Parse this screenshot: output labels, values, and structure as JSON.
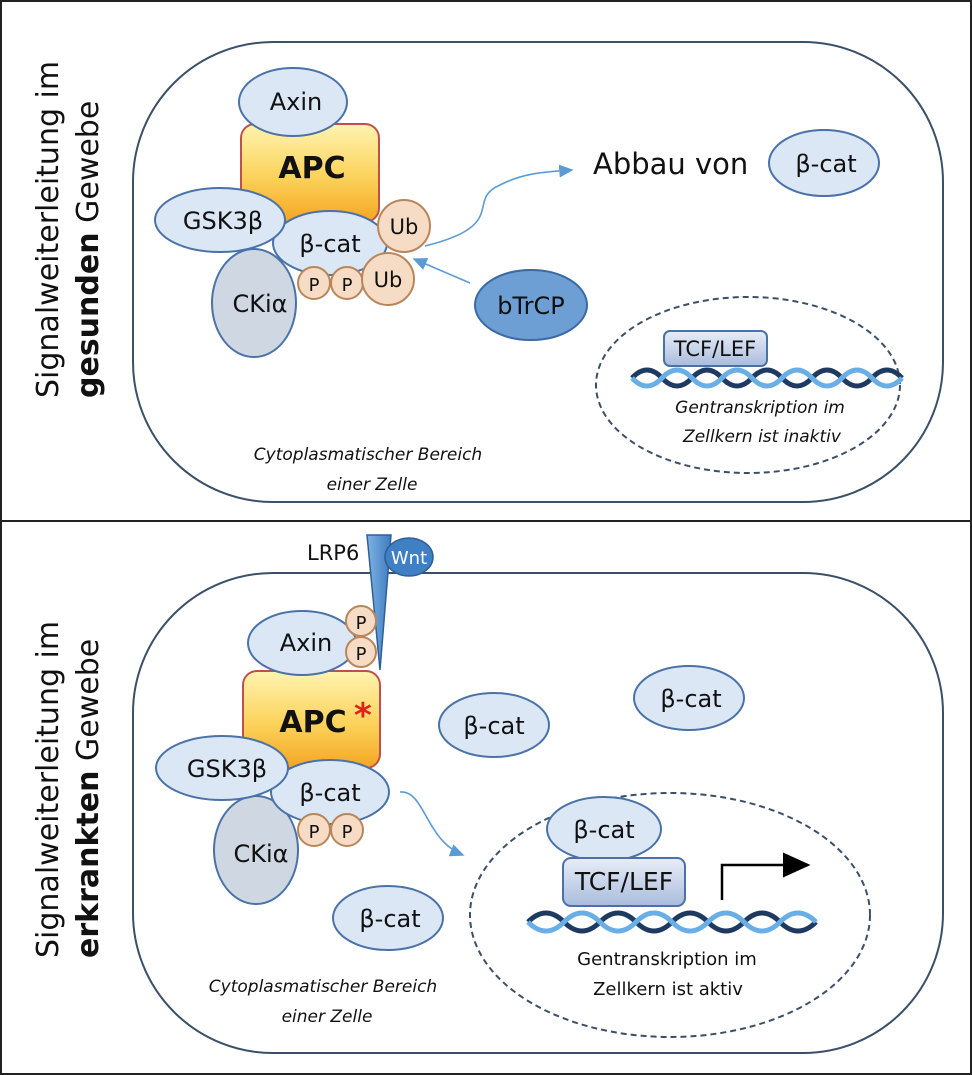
{
  "side_labels": {
    "top": {
      "prefix": "Signalweiterleitung im",
      "bold": "gesunden",
      "suffix": " Gewebe"
    },
    "bottom": {
      "prefix": "Signalweiterleitung im",
      "bold": "erkrankten",
      "suffix": " Gewebe"
    }
  },
  "top": {
    "axin": "Axin",
    "apc": "APC",
    "gsk": "GSK3β",
    "bcat_complex": "β-cat",
    "cki": "CKiα",
    "ub1": "Ub",
    "ub2": "Ub",
    "p1": "P",
    "p2": "P",
    "btrcp": "bTrCP",
    "abbau": "Abbau von",
    "abbau_bcat": "β-cat",
    "tcf": "TCF/LEF",
    "nucleus_text_1": "Gentranskription im",
    "nucleus_text_2": "Zellkern ist inaktiv",
    "cyto_1": "Cytoplasmatischer Bereich",
    "cyto_2": "einer Zelle"
  },
  "bottom": {
    "lrp6": "LRP6",
    "wnt": "Wnt",
    "axin": "Axin",
    "axin_p1": "P",
    "axin_p2": "P",
    "apc": "APC",
    "apc_star": "*",
    "gsk": "GSK3β",
    "bcat_complex": "β-cat",
    "cki": "CKiα",
    "p1": "P",
    "p2": "P",
    "bcat_free_1": "β-cat",
    "bcat_free_2": "β-cat",
    "bcat_free_3": "β-cat",
    "bcat_nucleus": "β-cat",
    "tcf": "TCF/LEF",
    "nucleus_text_1": "Gentranskription im",
    "nucleus_text_2": "Zellkern ist aktiv",
    "cyto_1": "Cytoplasmatischer Bereich",
    "cyto_2": "einer Zelle"
  },
  "colors": {
    "protein_fill": "#dbe7f5",
    "protein_stroke": "#4a72a8",
    "cki_fill": "#cfd7e3",
    "btrcp_fill": "#6d9fd4",
    "wnt_fill": "#3f7fc4",
    "phospho_fill": "#f6dcc4",
    "phospho_stroke": "#b8865a",
    "apc_light": "#fff2a8",
    "apc_dark": "#f7b023",
    "apc_stroke": "#c0504d",
    "cell_stroke": "#3b5068",
    "arrow": "#5b9bd5",
    "star": "#e0201b",
    "dna_dark": "#1f3a60",
    "dna_light": "#6aaee6"
  }
}
